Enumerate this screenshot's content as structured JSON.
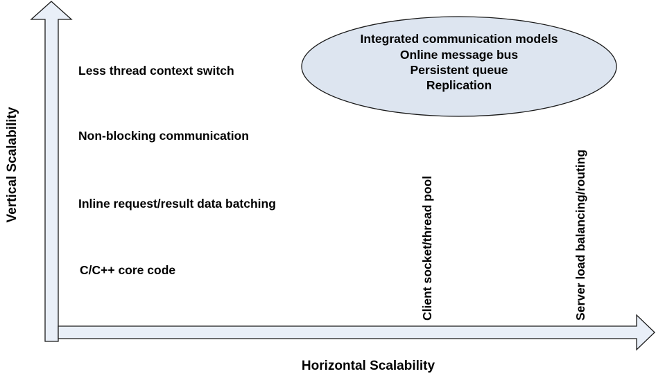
{
  "axes": {
    "x_title": "Horizontal Scalability",
    "y_title": "Vertical Scalability"
  },
  "vertical_items": [
    "Less thread context switch",
    "Non-blocking communication",
    "Inline request/result data batching",
    "C/C++ core code"
  ],
  "horizontal_items": [
    "Client socket/thread pool",
    "Server load balancing/routing"
  ],
  "combined": {
    "lines": [
      "Integrated communication models",
      "Online message bus",
      "Persistent queue",
      "Replication"
    ]
  },
  "colors": {
    "arrow_fill": "#e9eff8",
    "ellipse_fill": "#dde5f0",
    "stroke": "#1a1a1a"
  }
}
